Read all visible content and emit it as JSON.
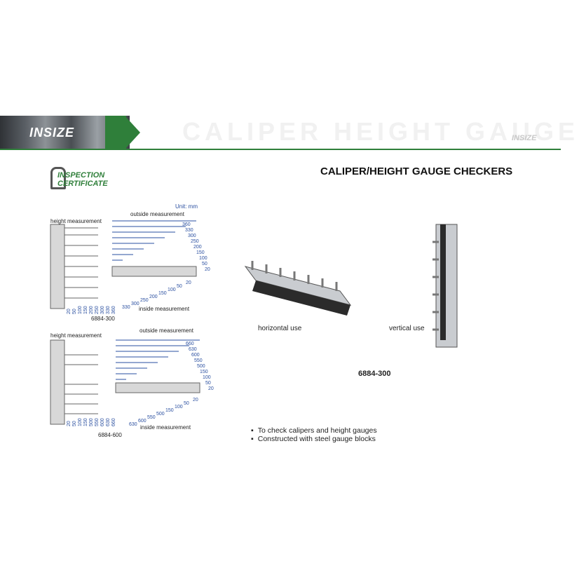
{
  "banner": {
    "brand": "INSIZE",
    "brand_small": "INSIZE",
    "ghost_text": "CALIPER HEIGHT GAUGE"
  },
  "certificate": {
    "line1": "INSPECTION",
    "line2": "CERTIFICATE"
  },
  "title": "CALIPER/HEIGHT GAUGE CHECKERS",
  "diagram_top": {
    "unit": "Unit: mm",
    "height_label": "height measurement",
    "outside_label": "outside measurement",
    "inside_label": "inside measurement",
    "model": "6884-300",
    "height_values": [
      "20",
      "50",
      "100",
      "150",
      "200",
      "250",
      "300",
      "330",
      "360"
    ],
    "outside_values": [
      "20",
      "50",
      "100",
      "150",
      "200",
      "250",
      "300",
      "330",
      "360"
    ],
    "inside_values": [
      "20",
      "50",
      "100",
      "150",
      "200",
      "250",
      "300",
      "330"
    ]
  },
  "diagram_bottom": {
    "height_label": "height measurement",
    "outside_label": "outside measurement",
    "inside_label": "inside measurement",
    "model": "6884-600",
    "height_values": [
      "20",
      "50",
      "100",
      "150",
      "500",
      "550",
      "600",
      "630",
      "660"
    ],
    "outside_values": [
      "20",
      "50",
      "100",
      "150",
      "500",
      "550",
      "600",
      "630",
      "660"
    ],
    "inside_values": [
      "20",
      "50",
      "100",
      "150",
      "500",
      "550",
      "600",
      "630"
    ]
  },
  "photos": {
    "horizontal_caption": "horizontal use",
    "vertical_caption": "vertical use",
    "model": "6884-300"
  },
  "features": [
    "To check calipers and height gauges",
    "Constructed with steel gauge blocks"
  ],
  "colors": {
    "brand_green": "#2f7f3a",
    "dim_blue": "#2a4fa0"
  }
}
